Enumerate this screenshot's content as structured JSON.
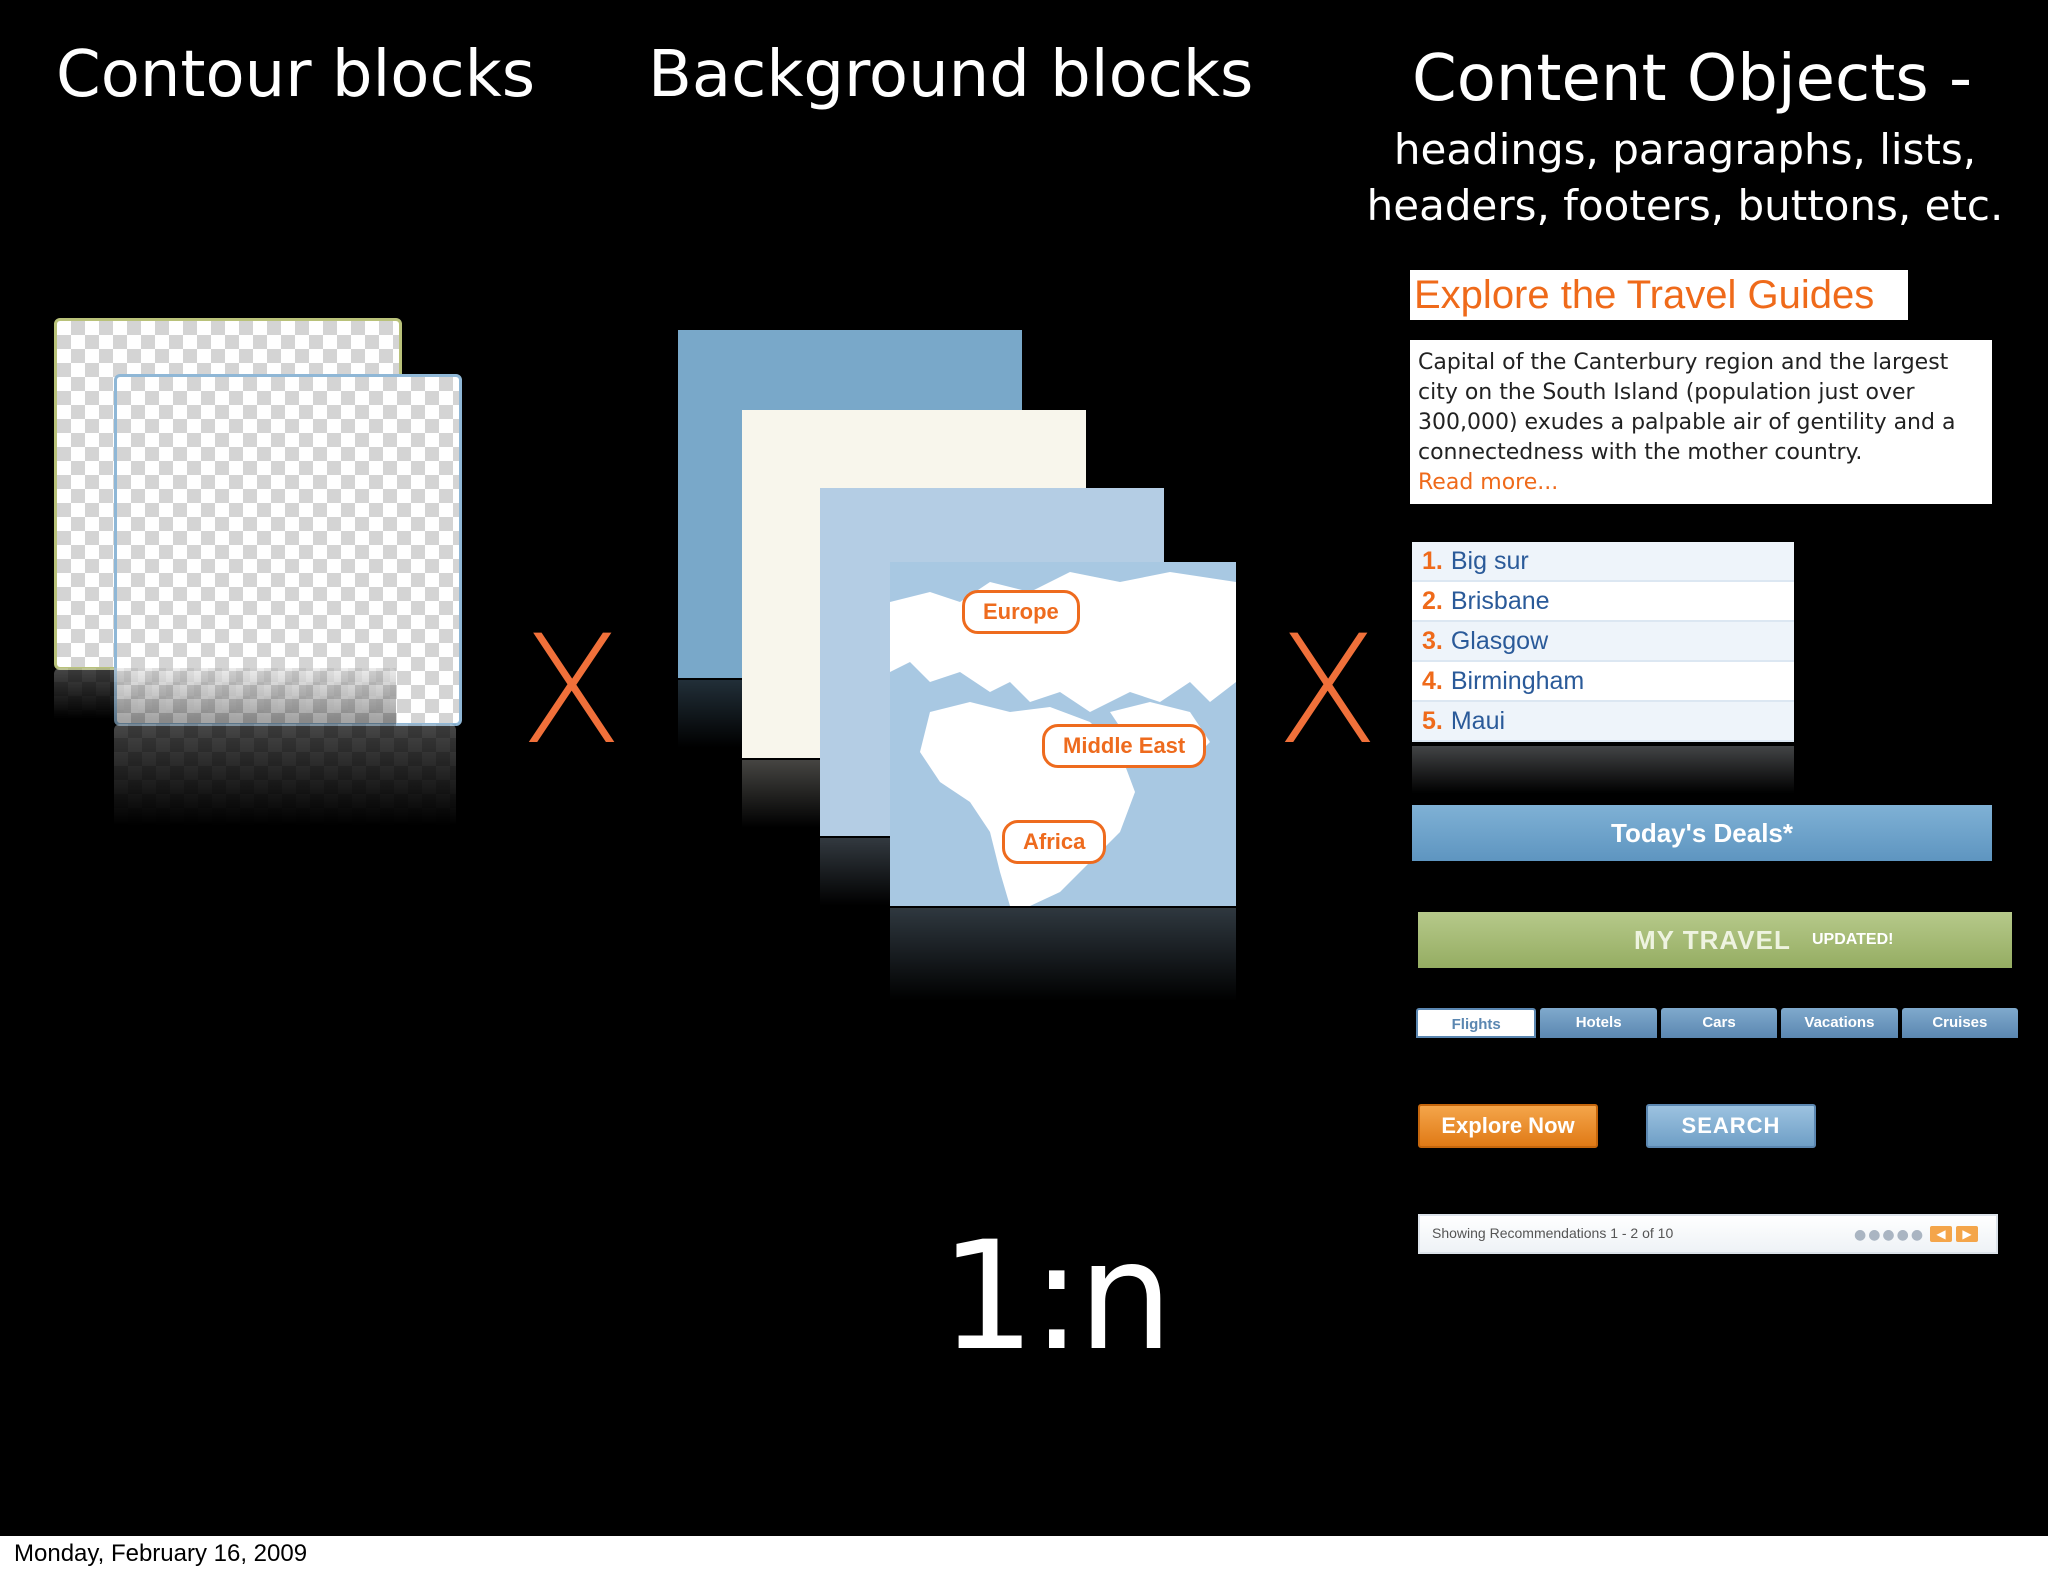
{
  "columns": {
    "contour": {
      "title": "Contour blocks"
    },
    "background": {
      "title": "Background blocks"
    },
    "content": {
      "title": "Content Objects -",
      "subtitle": "headings, paragraphs, lists, headers, footers, buttons, etc."
    }
  },
  "operator": "X",
  "ratio": "1:n",
  "map": {
    "labels": [
      "Europe",
      "Middle East",
      "Africa"
    ]
  },
  "content_objects": {
    "heading": "Explore the Travel Guides",
    "paragraph": {
      "text": "Capital of the Canterbury region and the largest city on the South Island (population just over 300,000) exudes a palpable air of gentility and a connectedness with the mother country.",
      "link": "Read more..."
    },
    "list": [
      {
        "num": "1.",
        "label": "Big sur"
      },
      {
        "num": "2.",
        "label": "Brisbane"
      },
      {
        "num": "3.",
        "label": "Glasgow"
      },
      {
        "num": "4.",
        "label": "Birmingham"
      },
      {
        "num": "5.",
        "label": "Maui"
      }
    ],
    "deals_header": "Today's Deals*",
    "my_travel": {
      "title": "MY TRAVEL",
      "badge": "UPDATED!"
    },
    "tabs": [
      "Flights",
      "Hotels",
      "Cars",
      "Vacations",
      "Cruises"
    ],
    "buttons": {
      "explore": "Explore Now",
      "search": "SEARCH"
    },
    "pager": {
      "text": "Showing Recommendations 1 - 2 of 10",
      "dots": "●●●●●",
      "prev": "◀",
      "next": "▶"
    }
  },
  "footer": {
    "date": "Monday, February 16, 2009"
  },
  "colors": {
    "accent": "#ef6a1a",
    "slide_bg": "#000000",
    "blue": "#6f9fc6",
    "green": "#95ad62"
  }
}
